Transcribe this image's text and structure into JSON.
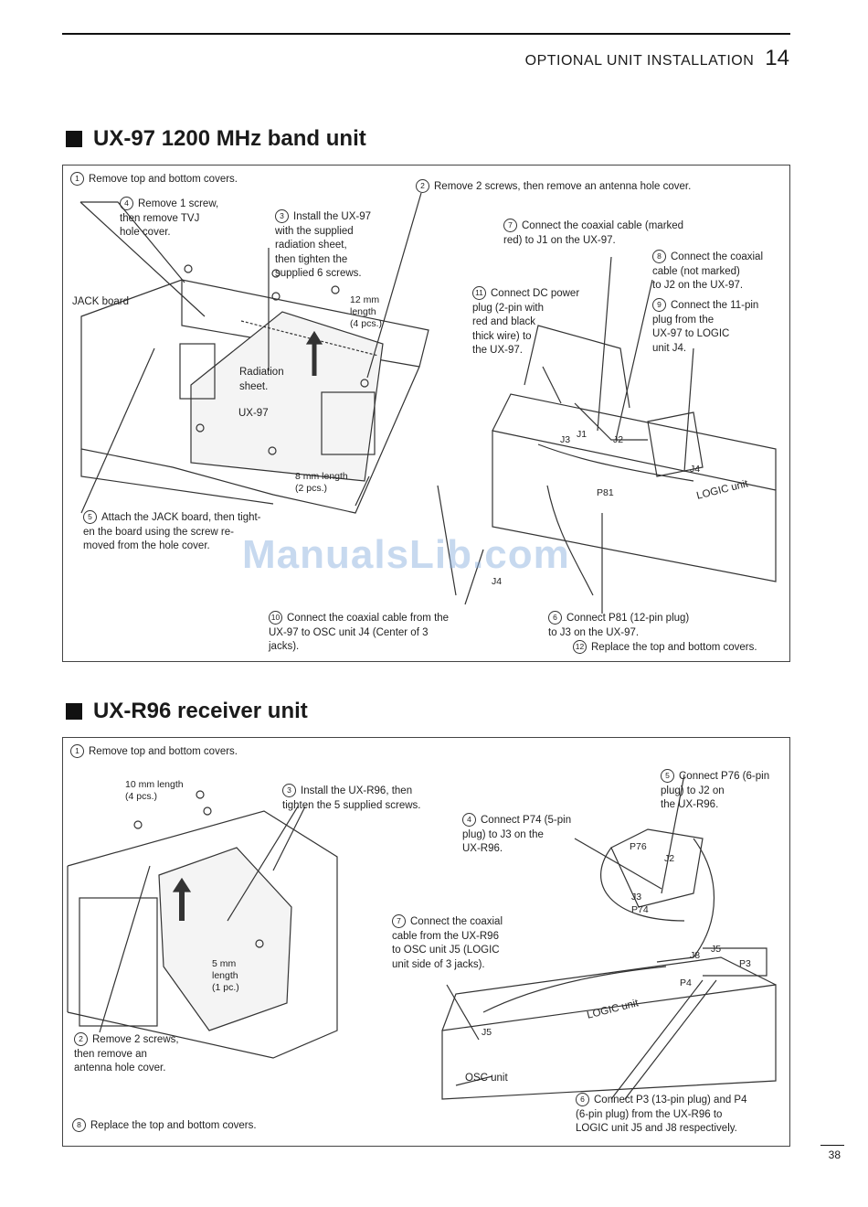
{
  "header": {
    "title": "OPTIONAL UNIT INSTALLATION",
    "chapter": "14"
  },
  "page_number": "38",
  "watermark": "ManualsLib.com",
  "section1": {
    "title": "UX-97 1200 MHz band unit",
    "steps": [
      {
        "num": "1",
        "text": "Remove top and bottom covers."
      },
      {
        "num": "2",
        "text": "Remove 2 screws, then remove an antenna hole cover."
      },
      {
        "num": "3",
        "text": "Install the UX-97\nwith the supplied\nradiation sheet,\nthen tighten the\nsupplied 6 screws."
      },
      {
        "num": "4",
        "text": "Remove 1 screw,\nthen remove TVJ\nhole cover."
      },
      {
        "num": "5",
        "text": "Attach the JACK board, then tight-\nen the board using the screw re-\nmoved from the hole cover."
      },
      {
        "num": "6",
        "text": "Connect P81 (12-pin plug)\nto J3 on the UX-97."
      },
      {
        "num": "7",
        "text": "Connect the coaxial cable (marked\nred) to J1 on the UX-97."
      },
      {
        "num": "8",
        "text": "Connect the coaxial\ncable (not marked)\nto J2 on the UX-97."
      },
      {
        "num": "9",
        "text": "Connect the 11-pin\nplug from the\nUX-97 to LOGIC\nunit J4."
      },
      {
        "num": "10",
        "text": "Connect the coaxial cable from the\nUX-97 to OSC unit J4 (Center of 3\njacks)."
      },
      {
        "num": "11",
        "text": "Connect DC power\nplug (2-pin with\nred and black\nthick wire) to\nthe UX-97."
      },
      {
        "num": "12",
        "text": "Replace the top and bottom covers."
      }
    ],
    "labels": {
      "jack_board": "JACK board",
      "screws_12mm": "12 mm\nlength\n(4 pcs.)",
      "radiation_sheet": "Radiation\nsheet.",
      "ux97": "UX-97",
      "screws_8mm": "8 mm length\n(2 pcs.)",
      "j1": "J1",
      "j2": "J2",
      "j3": "J3",
      "j4_logic": "J4",
      "p81": "P81",
      "logic_unit": "LOGIC unit",
      "j4_osc": "J4"
    }
  },
  "section2": {
    "title": "UX-R96 receiver unit",
    "steps": [
      {
        "num": "1",
        "text": "Remove top and bottom covers."
      },
      {
        "num": "2",
        "text": "Remove 2 screws,\nthen remove an\nantenna hole cover."
      },
      {
        "num": "3",
        "text": "Install the UX-R96, then\ntighten the 5 supplied screws."
      },
      {
        "num": "4",
        "text": "Connect P74 (5-pin\nplug) to J3 on the\nUX-R96."
      },
      {
        "num": "5",
        "text": "Connect P76 (6-pin\nplug) to J2 on\nthe UX-R96."
      },
      {
        "num": "6",
        "text": "Connect P3 (13-pin plug) and P4\n(6-pin plug) from the UX-R96 to\nLOGIC unit J5 and J8 respectively."
      },
      {
        "num": "7",
        "text": "Connect the coaxial\ncable from the UX-R96\nto OSC unit J5 (LOGIC\nunit side of 3 jacks)."
      },
      {
        "num": "8",
        "text": "Replace the top and bottom covers."
      }
    ],
    "labels": {
      "screws_10mm": "10 mm length\n(4 pcs.)",
      "screws_5mm": "5 mm\nlength\n(1 pc.)",
      "p76": "P76",
      "j2": "J2",
      "j3": "J3",
      "p74": "P74",
      "j8": "J8",
      "j5_logic": "J5",
      "p3": "P3",
      "p4": "P4",
      "logic_unit": "LOGIC unit",
      "j5_osc": "J5",
      "osc_unit": "OSC unit"
    }
  }
}
